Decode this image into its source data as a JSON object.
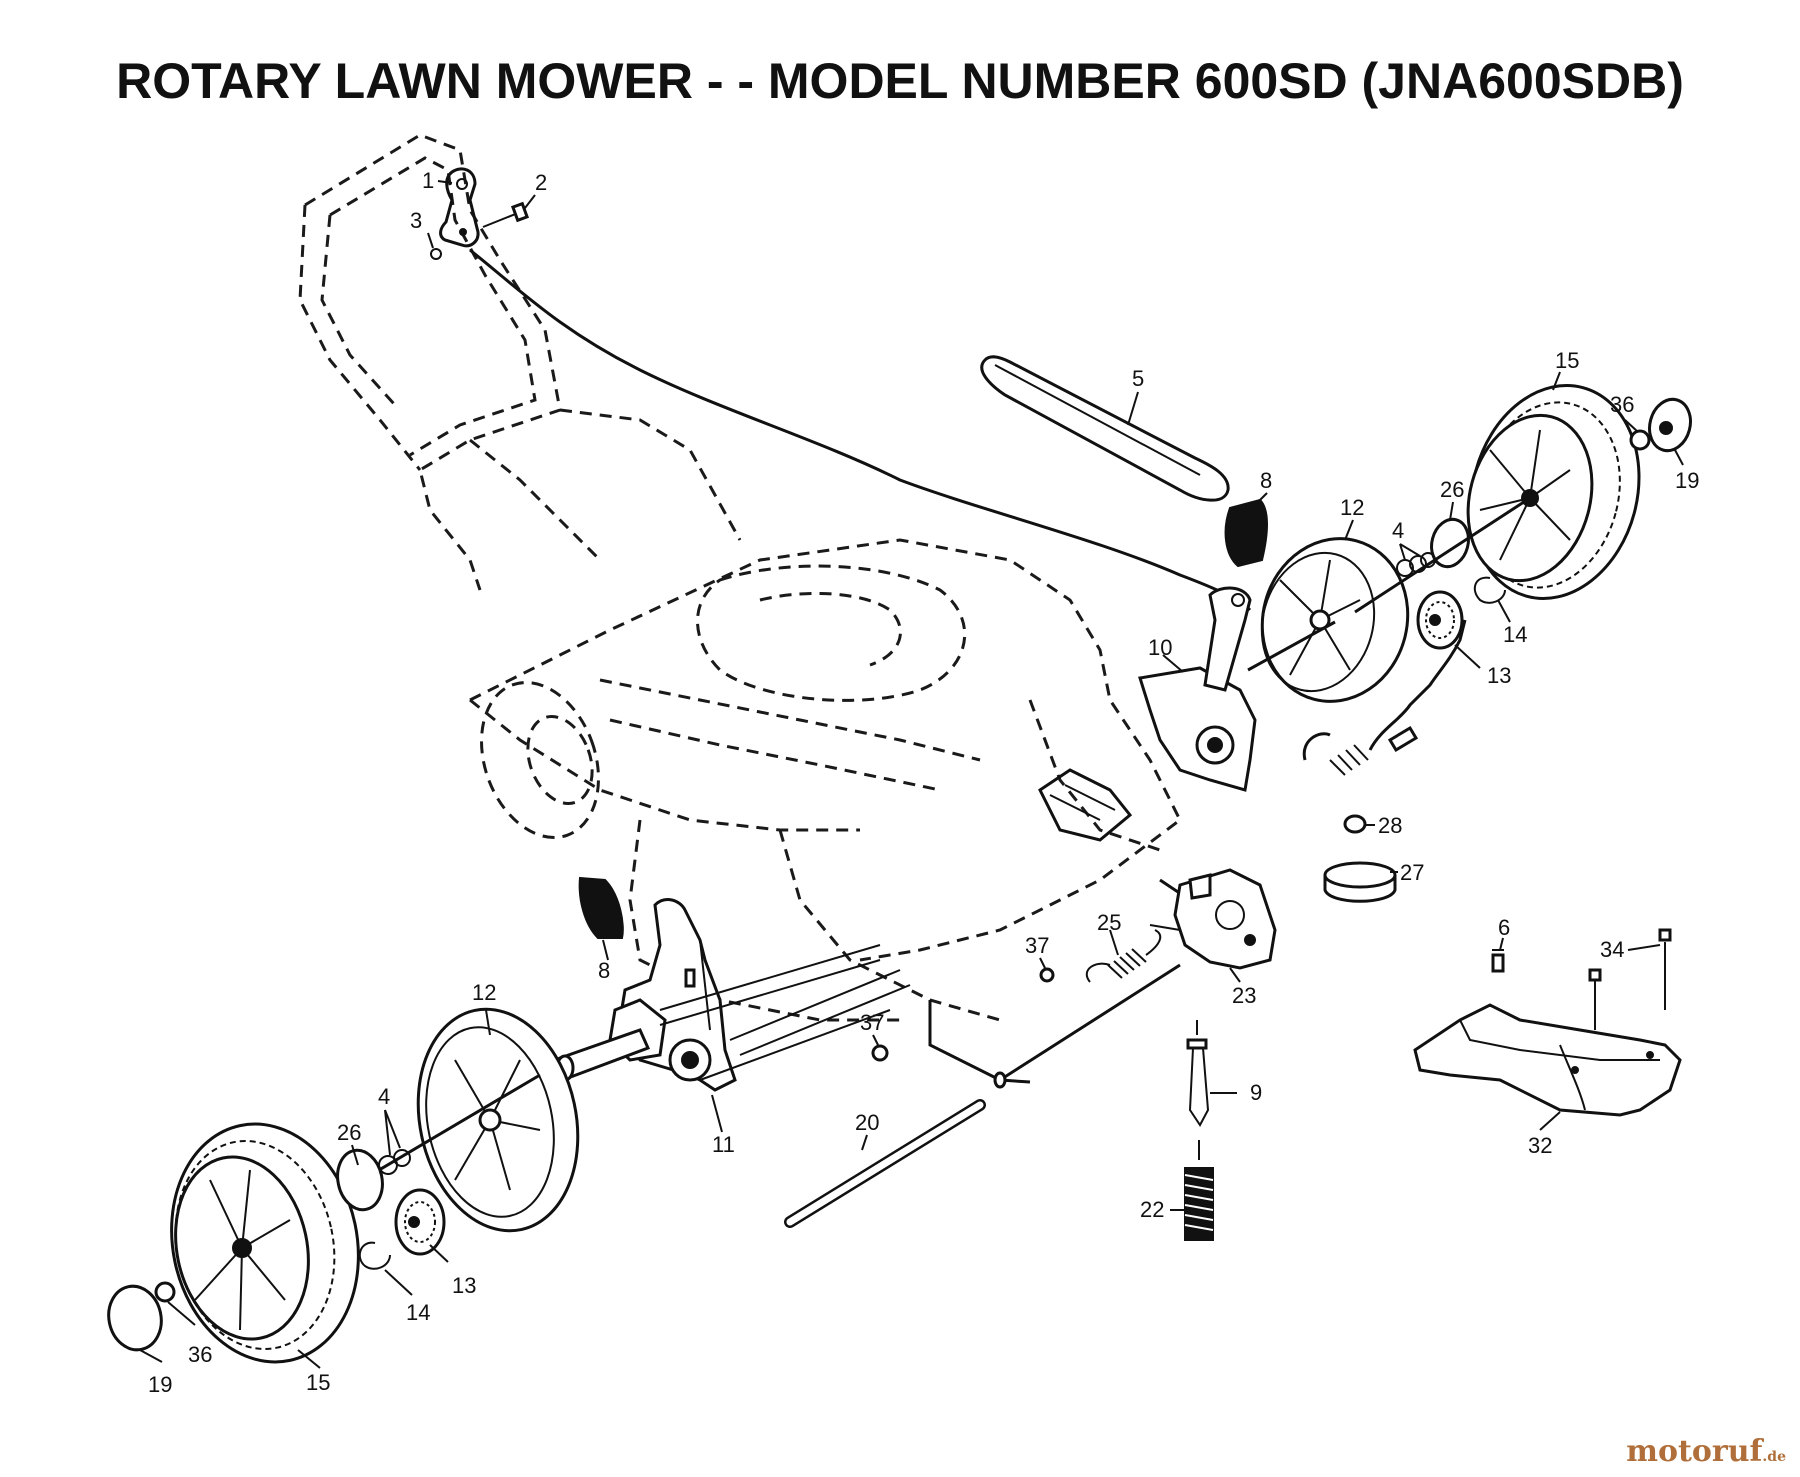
{
  "title": "ROTARY LAWN MOWER - - MODEL NUMBER 600SD (JNA600SDB)",
  "watermark": {
    "brand": "motoruf",
    "suffix": ".de"
  },
  "callouts": [
    {
      "id": "c1",
      "label": "1"
    },
    {
      "id": "c2",
      "label": "2"
    },
    {
      "id": "c3",
      "label": "3"
    },
    {
      "id": "c5",
      "label": "5"
    },
    {
      "id": "c8a",
      "label": "8"
    },
    {
      "id": "c12a",
      "label": "12"
    },
    {
      "id": "c15a",
      "label": "15"
    },
    {
      "id": "c36a",
      "label": "36"
    },
    {
      "id": "c19a",
      "label": "19"
    },
    {
      "id": "c26a",
      "label": "26"
    },
    {
      "id": "c4a",
      "label": "4"
    },
    {
      "id": "c14a",
      "label": "14"
    },
    {
      "id": "c13a",
      "label": "13"
    },
    {
      "id": "c10",
      "label": "10"
    },
    {
      "id": "c28",
      "label": "28"
    },
    {
      "id": "c27",
      "label": "27"
    },
    {
      "id": "c6",
      "label": "6"
    },
    {
      "id": "c34",
      "label": "34"
    },
    {
      "id": "c25",
      "label": "25"
    },
    {
      "id": "c37a",
      "label": "37"
    },
    {
      "id": "c23",
      "label": "23"
    },
    {
      "id": "c8b",
      "label": "8"
    },
    {
      "id": "c12b",
      "label": "12"
    },
    {
      "id": "c37b",
      "label": "37"
    },
    {
      "id": "c4b",
      "label": "4"
    },
    {
      "id": "c26b",
      "label": "26"
    },
    {
      "id": "c11",
      "label": "11"
    },
    {
      "id": "c20",
      "label": "20"
    },
    {
      "id": "c9",
      "label": "9"
    },
    {
      "id": "c22",
      "label": "22"
    },
    {
      "id": "c32",
      "label": "32"
    },
    {
      "id": "c13b",
      "label": "13"
    },
    {
      "id": "c14b",
      "label": "14"
    },
    {
      "id": "c36b",
      "label": "36"
    },
    {
      "id": "c19b",
      "label": "19"
    },
    {
      "id": "c15b",
      "label": "15"
    }
  ]
}
